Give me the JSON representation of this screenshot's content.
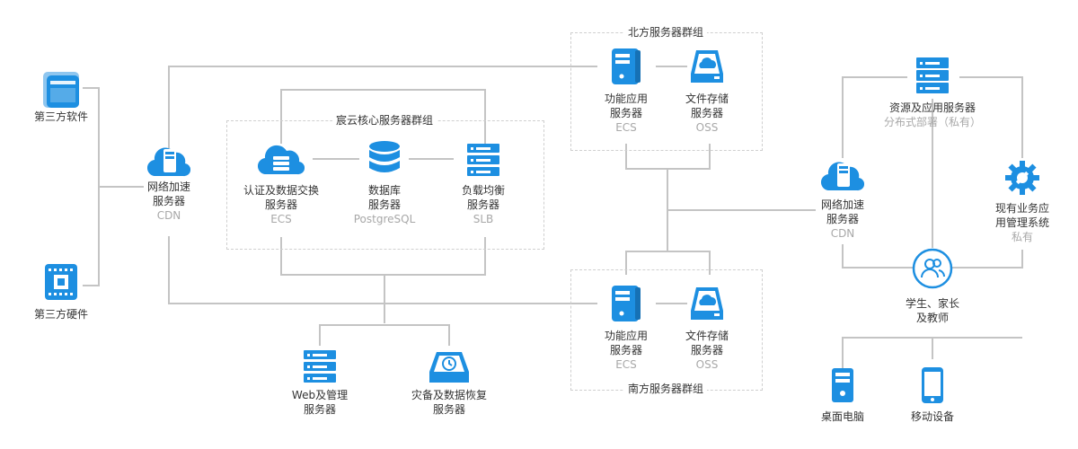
{
  "groups": {
    "north": {
      "title": "北方服务器群组"
    },
    "core": {
      "title": "宸云核心服务器群组"
    },
    "south": {
      "title": "南方服务器群组"
    }
  },
  "nodes": {
    "third_sw": {
      "line1": "第三方软件"
    },
    "third_hw": {
      "line1": "第三方硬件"
    },
    "cdn_left": {
      "line1": "网络加速",
      "line2": "服务器",
      "sub": "CDN"
    },
    "auth": {
      "line1": "认证及数据交换",
      "line2": "服务器",
      "sub": "ECS"
    },
    "db": {
      "line1": "数据库",
      "line2": "服务器",
      "sub": "PostgreSQL"
    },
    "slb": {
      "line1": "负载均衡",
      "line2": "服务器",
      "sub": "SLB"
    },
    "north_app": {
      "line1": "功能应用",
      "line2": "服务器",
      "sub": "ECS"
    },
    "north_oss": {
      "line1": "文件存储",
      "line2": "服务器",
      "sub": "OSS"
    },
    "south_app": {
      "line1": "功能应用",
      "line2": "服务器",
      "sub": "ECS"
    },
    "south_oss": {
      "line1": "文件存储",
      "line2": "服务器",
      "sub": "OSS"
    },
    "web_mgmt": {
      "line1": "Web及管理",
      "line2": "服务器"
    },
    "backup": {
      "line1": "灾备及数据恢复",
      "line2": "服务器"
    },
    "resource": {
      "line1": "资源及应用服务器",
      "sub": "分布式部署（私有）"
    },
    "cdn_right": {
      "line1": "网络加速",
      "line2": "服务器",
      "sub": "CDN"
    },
    "biz_sys": {
      "line1": "现有业务应",
      "line2": "用管理系统",
      "sub": "私有"
    },
    "users": {
      "line1": "学生、家长",
      "line2": "及教师"
    },
    "desktop": {
      "line1": "桌面电脑"
    },
    "mobile": {
      "line1": "移动设备"
    }
  },
  "colors": {
    "accent": "#1d8fe1",
    "line": "#c4c4c4",
    "text": "#333333",
    "sub": "#a8a8a8"
  }
}
